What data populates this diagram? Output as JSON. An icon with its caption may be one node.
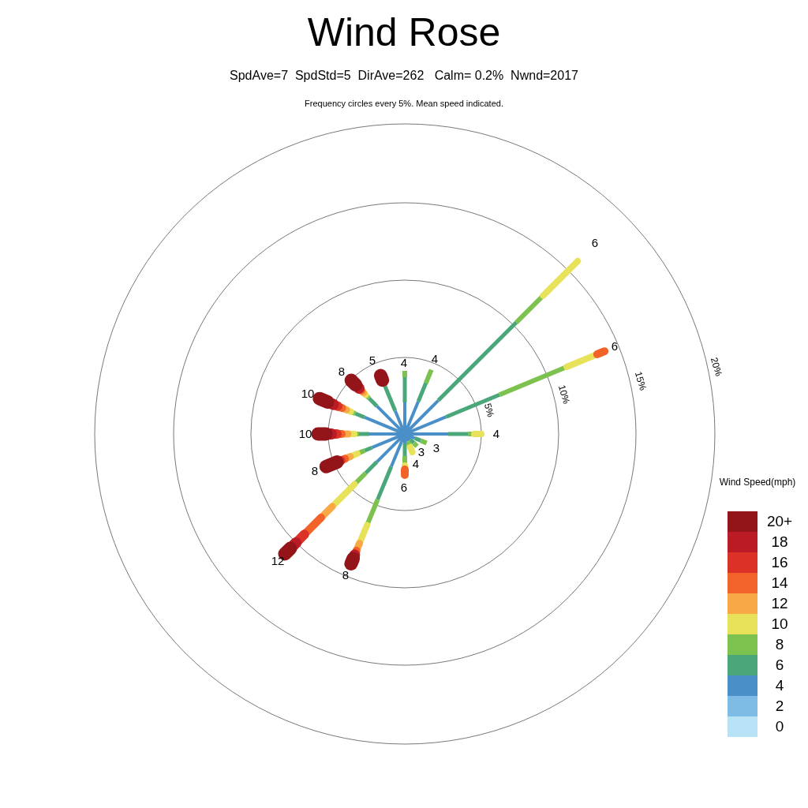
{
  "diagram": {
    "title": "Wind Rose",
    "labels": [
      "SpdAve=7  SpdStd=5  DirAve=262   Calm= 0.2%  Nwnd=2017",
      "Frequency circles every 5%. Mean speed indicated.",
      "4",
      "4",
      "6",
      "6",
      "4",
      "3",
      "3",
      "4",
      "6",
      "8",
      "12",
      "8",
      "10",
      "10",
      "8",
      "5",
      "5%",
      "10%",
      "15%",
      "20%",
      "Wind Speed(mph)"
    ],
    "legend": [
      {
        "text": "20+",
        "color": "#941519"
      },
      {
        "text": "18",
        "color": "#bb1b25"
      },
      {
        "text": "16",
        "color": "#dc3127"
      },
      {
        "text": "14",
        "color": "#f26329"
      },
      {
        "text": "12",
        "color": "#f8a946"
      },
      {
        "text": "10",
        "color": "#e8e25a"
      },
      {
        "text": "8",
        "color": "#7dc24f"
      },
      {
        "text": "6",
        "color": "#4aa77a"
      },
      {
        "text": "4",
        "color": "#4a8fc8"
      },
      {
        "text": "2",
        "color": "#7ebbe5"
      },
      {
        "text": "0",
        "color": "#b8e3f7"
      }
    ]
  }
}
